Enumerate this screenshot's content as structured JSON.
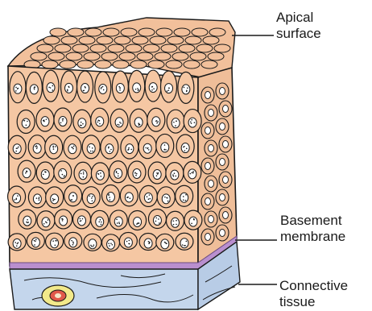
{
  "labels": {
    "apical": {
      "line1": "Apical",
      "line2": "surface"
    },
    "basement": {
      "line1": "Basement",
      "line2": "membrane"
    },
    "connective": {
      "line1": "Connective",
      "line2": "tissue"
    }
  },
  "colors": {
    "cell_fill": "#f5c7a3",
    "cell_fill_side": "#efbe99",
    "top_fill": "#f2c09b",
    "basement_membrane": "#b98fcf",
    "connective_fill": "#c4d6ec",
    "outline": "#1a1a1a",
    "vessel_outer": "#f2e98a",
    "vessel_inner": "#e0584a"
  }
}
